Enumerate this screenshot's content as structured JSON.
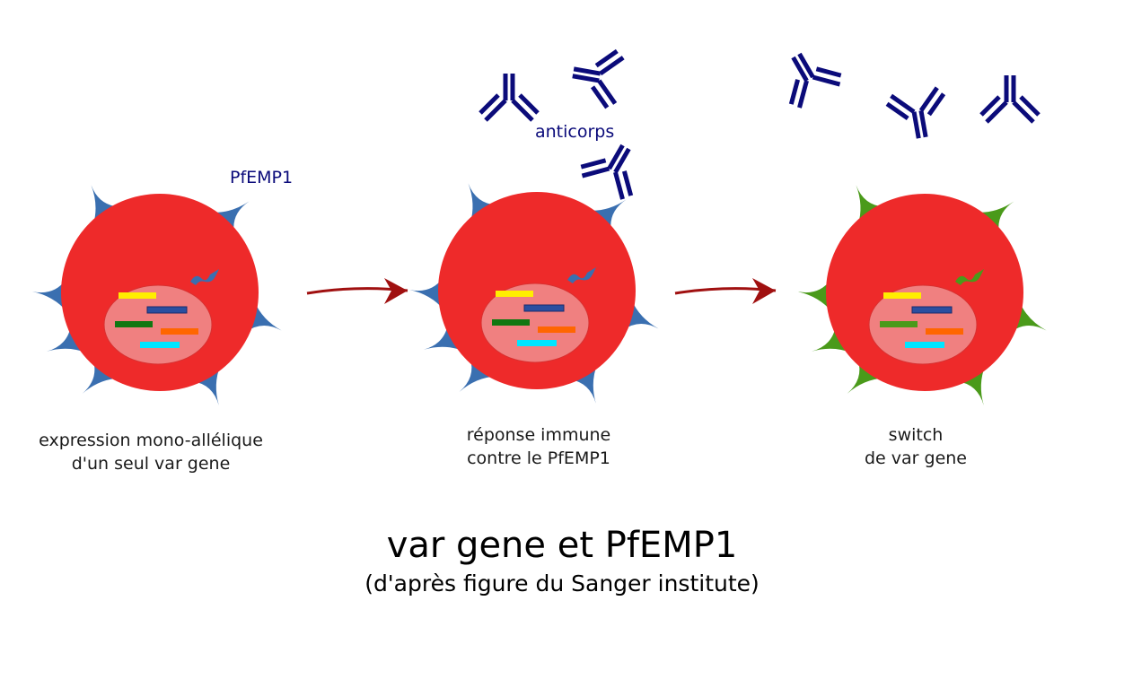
{
  "title": "var gene et PfEMP1",
  "subtitle": "(d'après figure du Sanger institute)",
  "labels": {
    "pfemp1": "PfEMP1",
    "anticorps": "anticorps"
  },
  "stages": [
    {
      "caption_line1": "expression mono-allélique",
      "caption_line2": "d'un seul var gene",
      "protein_color": "#3a6fb0"
    },
    {
      "caption_line1": "réponse immune",
      "caption_line2": "contre le PfEMP1",
      "protein_color": "#3a6fb0"
    },
    {
      "caption_line1": "switch",
      "caption_line2": "de var gene",
      "protein_color": "#4a9a1a"
    }
  ],
  "colors": {
    "cell": "#ee2a2a",
    "nucleus": "#f08080",
    "antibody": "#0b0b7a",
    "arrow": "#a01010",
    "genes": [
      "#ffee00",
      "#2a4fa0",
      "#117711",
      "#ff6600",
      "#00e5ff"
    ]
  }
}
